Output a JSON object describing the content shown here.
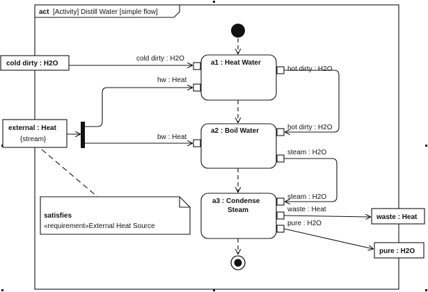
{
  "frame": {
    "keyword": "act",
    "title": "[Activity] Distill Water [simple flow]"
  },
  "actions": {
    "a1": {
      "name": "a1 : Heat Water"
    },
    "a2": {
      "name": "a2 : Boil Water"
    },
    "a3": {
      "name_line1": "a3 : Condense",
      "name_line2": "Steam"
    }
  },
  "pins": {
    "a1_in_cold": "cold dirty : H2O",
    "a1_in_hw": "hw : Heat",
    "a1_out_hot": "hot dirty : H2O",
    "a2_in_hot": "hot dirty : H2O",
    "a2_in_bw": "bw : Heat",
    "a2_out_steam": "steam : H2O",
    "a3_in_steam": "steam : H2O",
    "a3_out_waste": "waste : Heat",
    "a3_out_pure": "pure : H2O"
  },
  "nodes": {
    "cold_dirty": "cold dirty : H2O",
    "external_heat": "external : Heat",
    "external_stereotype": "{stream}",
    "waste_heat": "waste : Heat",
    "pure_h2o": "pure : H2O"
  },
  "note": {
    "keyword": "satisfies",
    "text": "«requirement»External Heat Source"
  }
}
